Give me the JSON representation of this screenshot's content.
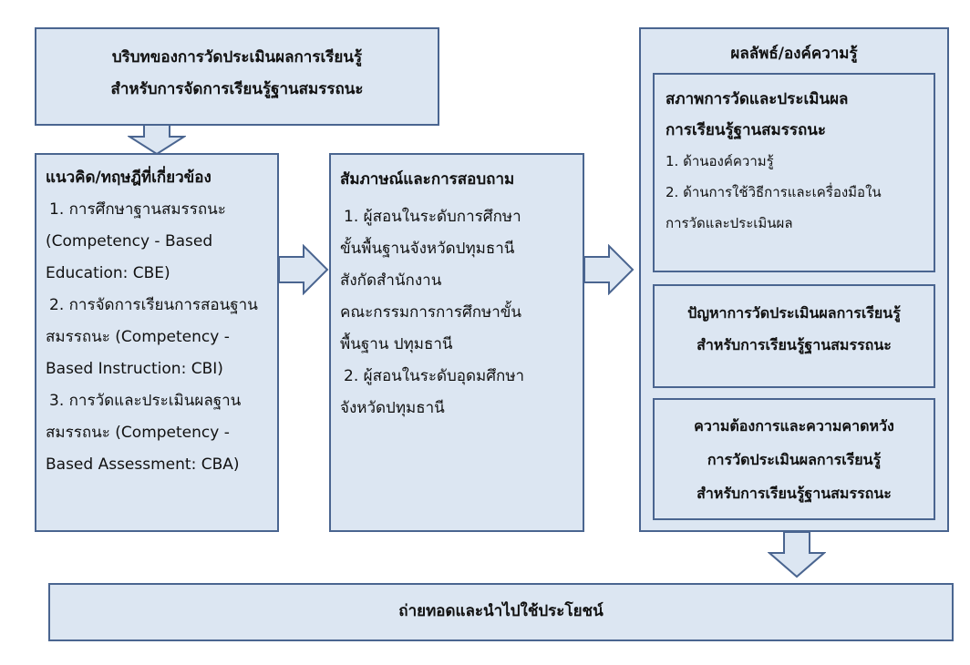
{
  "context": {
    "line1": "บริบทของการวัดประเมินผลการเรียนรู้",
    "line2": "สำหรับการจัดการเรียนรู้ฐานสมรรถนะ"
  },
  "theory": {
    "title": "แนวคิด/ทฤษฎีที่เกี่ยวข้อง",
    "lines": [
      "1.  การศึกษาฐานสมรรถนะ",
      "(Competency - Based",
      "Education: CBE)",
      "2.  การจัดการเรียนการสอนฐาน",
      "สมรรถนะ (Competency -",
      "Based Instruction: CBI)",
      "3.  การวัดและประเมินผลฐาน",
      "สมรรถนะ (Competency -",
      "Based Assessment: CBA)"
    ]
  },
  "interview": {
    "title": "สัมภาษณ์และการสอบถาม",
    "lines": [
      "1.    ผู้สอนในระดับการศึกษา",
      "ขั้นพื้นฐานจังหวัดปทุมธานี",
      "สังกัดสำนักงาน",
      "คณะกรรมการการศึกษาขั้น",
      "พื้นฐาน ปทุมธานี",
      "2.    ผู้สอนในระดับอุดมศึกษา",
      "จังหวัดปทุมธานี"
    ]
  },
  "results": {
    "title": "ผลลัพธ์/องค์ความรู้",
    "status": {
      "title1": "สภาพการวัดและประเมินผล",
      "title2": "การเรียนรู้ฐานสมรรถนะ",
      "lines": [
        "1. ด้านองค์ความรู้",
        "2. ด้านการใช้วิธีการและเครื่องมือใน",
        "การวัดและประเมินผล"
      ]
    },
    "problems": {
      "line1": "ปัญหาการวัดประเมินผลการเรียนรู้",
      "line2": "สำหรับการเรียนรู้ฐานสมรรถนะ"
    },
    "needs": {
      "line1": "ความต้องการและความคาดหวัง",
      "line2": "การวัดประเมินผลการเรียนรู้",
      "line3": "สำหรับการเรียนรู้ฐานสมรรถนะ"
    }
  },
  "outcome": {
    "label": "ถ่ายทอดและนำไปใช้ประโยชน์"
  },
  "colors": {
    "fill": "#dce6f2",
    "border": "#4a6590"
  }
}
